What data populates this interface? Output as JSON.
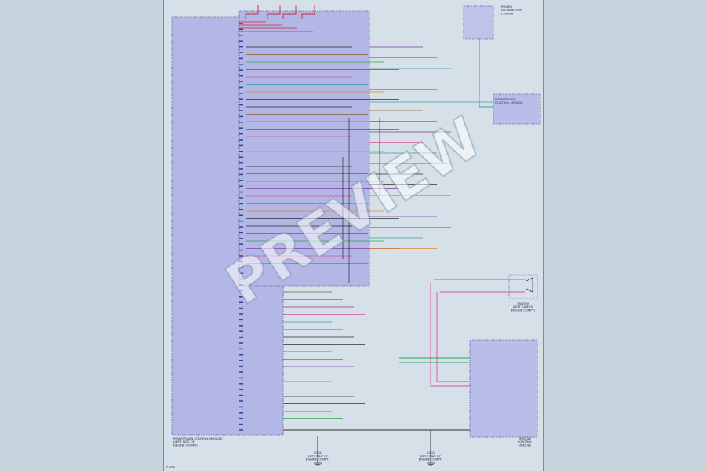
{
  "watermark": "PREVIEW",
  "colors": {
    "page_bg": "#c7d4de",
    "sheet_bg": "#d6e0e8",
    "module_fill": "#b3b7e6",
    "module_stroke": "#6a6fae",
    "wire_black": "#2b2b2b",
    "wire_red": "#d4242f",
    "wire_pink": "#d9529a",
    "wire_green": "#2fa64a",
    "wire_teal": "#3a9a9a",
    "wire_brown": "#8a5a2a",
    "wire_purple": "#7a3fa0",
    "wire_orange": "#d98a2a"
  },
  "modules": {
    "main": {
      "label_lines": [
        "POWERTRAIN CONTROL MODULE",
        "(LEFT SIDE OF",
        "ENGINE COMPT)"
      ]
    },
    "upper_right": {
      "label_lines": [
        "POWER",
        "DISTRIBUTION",
        "CENTER"
      ]
    },
    "right_small": {
      "label_lines": [
        "POWERTRAIN",
        "CONTROL MODULE"
      ]
    },
    "lower_right": {
      "label_lines": [
        "MODULE",
        "CONTROL",
        "MODULE"
      ]
    },
    "switch": {
      "label_lines": [
        "SWITCH",
        "(LEFT SIDE OF",
        "ENGINE COMPT)"
      ]
    }
  },
  "grounds": [
    {
      "label_lines": [
        "G101",
        "(LEFT SIDE OF",
        "ENGINE COMPT)"
      ]
    },
    {
      "label_lines": [
        "G102",
        "(LEFT SIDE OF",
        "ENGINE COMPT)"
      ]
    }
  ],
  "footer": {
    "code": "P1296"
  }
}
